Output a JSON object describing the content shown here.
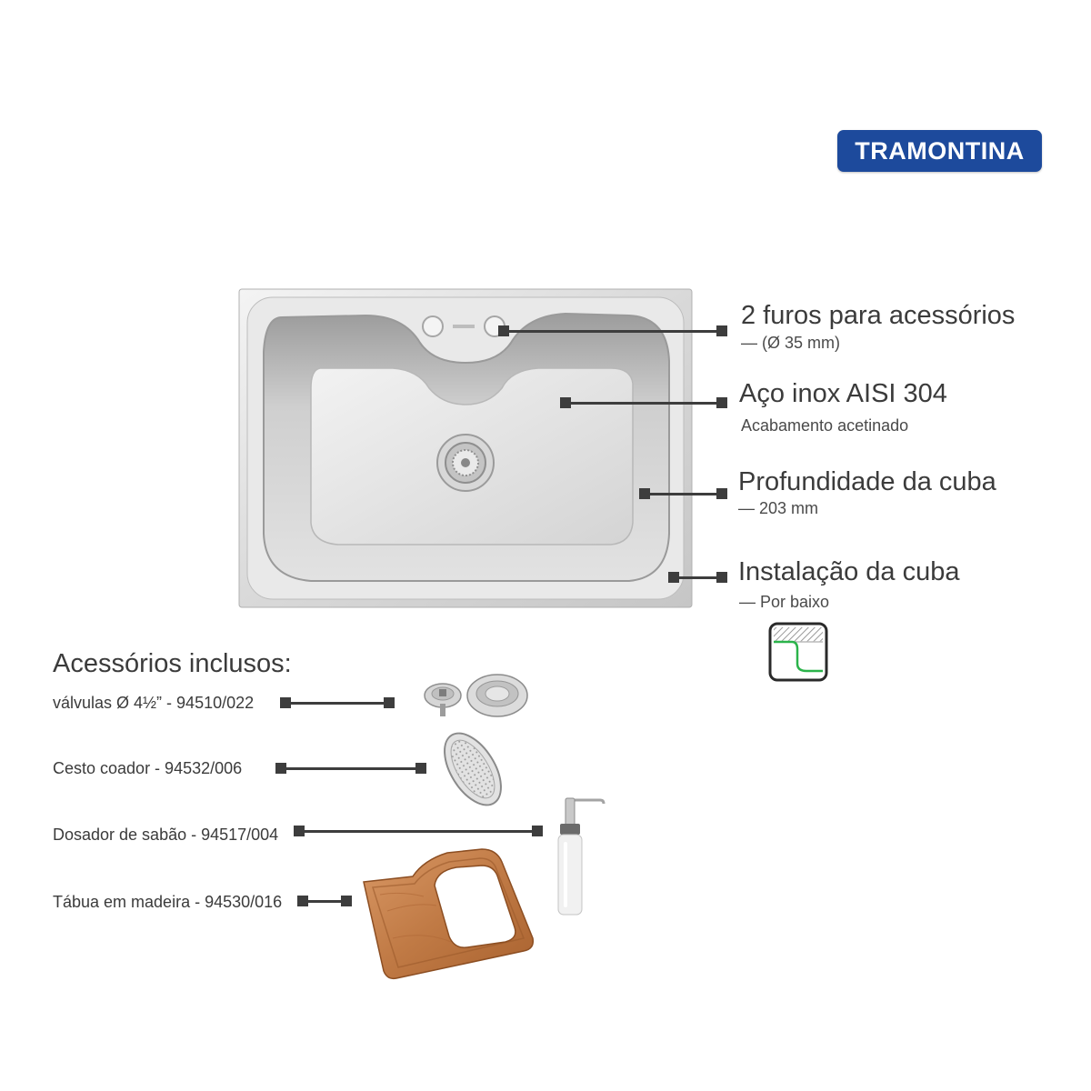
{
  "brand": {
    "name": "TRAMONTINA",
    "color": "#1d4a9c"
  },
  "specs": [
    {
      "title": "2 furos para  acessórios",
      "sub": "—  (Ø 35 mm)"
    },
    {
      "title": "Aço inox AISI 304",
      "sub": "Acabamento acetinado"
    },
    {
      "title": "Profundidade da cuba",
      "sub": "— 203 mm"
    },
    {
      "title": "Instalação da cuba",
      "sub": "—  Por baixo"
    }
  ],
  "accessories": {
    "heading": "Acessórios inclusos:",
    "items": [
      {
        "label": "válvulas Ø 4½” - 94510/022"
      },
      {
        "label": "Cesto coador - 94532/006"
      },
      {
        "label": "Dosador de sabão - 94517/004"
      },
      {
        "label": "Tábua em madeira - 94530/016"
      }
    ]
  },
  "icons": {
    "installation": "undermount-installation-icon",
    "sink": "stainless-sink-image",
    "valves": "drain-valves-image",
    "basket": "strainer-basket-image",
    "soap": "soap-dispenser-image",
    "board": "wooden-board-image"
  },
  "colors": {
    "connector": "#3d3d3d",
    "green_accent": "#2bb34a",
    "wood": "#c07a45"
  }
}
